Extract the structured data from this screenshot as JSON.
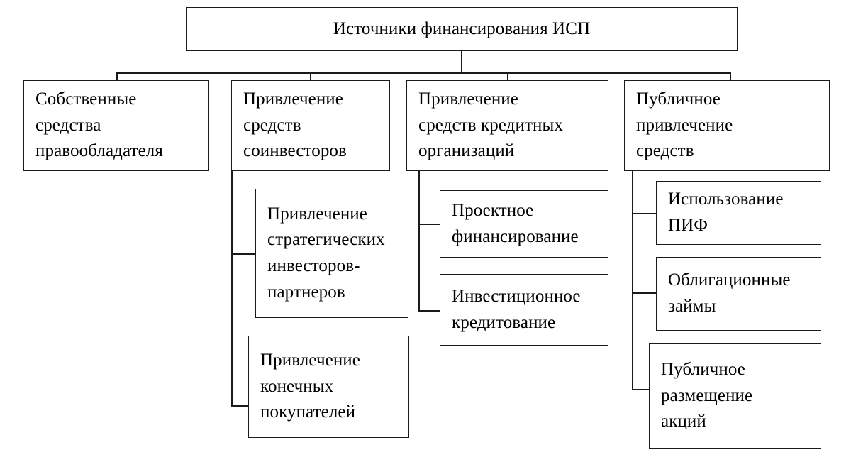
{
  "diagram": {
    "title": "Источники финансирования ИСП",
    "type": "hierarchy-tree",
    "orientation": "top-down",
    "colors": {
      "background": "#ffffff",
      "box_border": "#1a1a1a",
      "box_fill": "#ffffff",
      "text": "#000000",
      "connector": "#1a1a1a"
    },
    "root": {
      "id": "root",
      "label": "Источники финансирования ИСП"
    },
    "level2": [
      {
        "id": "own-funds",
        "label": "Собственные\nсредства\nправообладателя"
      },
      {
        "id": "coinvestors",
        "label": "Привлечение\nсредств\nсоинвесторов"
      },
      {
        "id": "credit-orgs",
        "label": "Привлечение\nсредств кредитных\nорганизаций"
      },
      {
        "id": "public-raising",
        "label": "Публичное\nпривлечение\nсредств"
      }
    ],
    "level3": {
      "coinvestors": [
        {
          "id": "strategic-investors",
          "label": "Привлечение\nстратегических\nинвесторов-\nпартнеров"
        },
        {
          "id": "final-buyers",
          "label": "Привлечение\nконечных\nпокупателей"
        }
      ],
      "credit-orgs": [
        {
          "id": "project-finance",
          "label": "Проектное\nфинансирование"
        },
        {
          "id": "investment-credit",
          "label": "Инвестиционное\nкредитование"
        }
      ],
      "public-raising": [
        {
          "id": "mutual-funds",
          "label": "Использование\nПИФ"
        },
        {
          "id": "bond-loans",
          "label": "Облигационные\nзаймы"
        },
        {
          "id": "share-placement",
          "label": "Публичное\nразмещение\nакций"
        }
      ]
    }
  }
}
